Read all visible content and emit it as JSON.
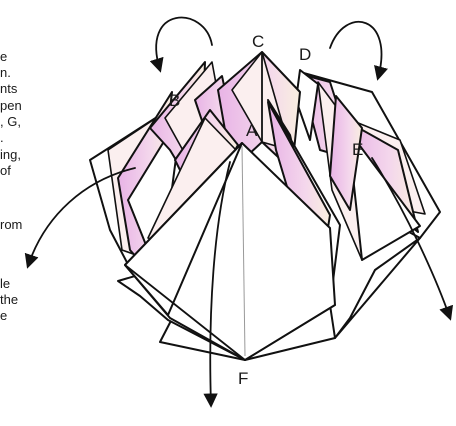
{
  "text_fragments": [
    "e",
    "n.",
    "nts",
    "pen",
    ", G,",
    ".",
    "ing,",
    "of",
    "rom",
    "le",
    "the",
    "e"
  ],
  "labels": {
    "A": "A",
    "B": "B",
    "C": "C",
    "D": "D",
    "E": "E",
    "F": "F"
  },
  "colors": {
    "ink": "#111111",
    "pink": "#e9b8e6",
    "cream": "#f8f1e2",
    "paper": "#ffffff"
  }
}
